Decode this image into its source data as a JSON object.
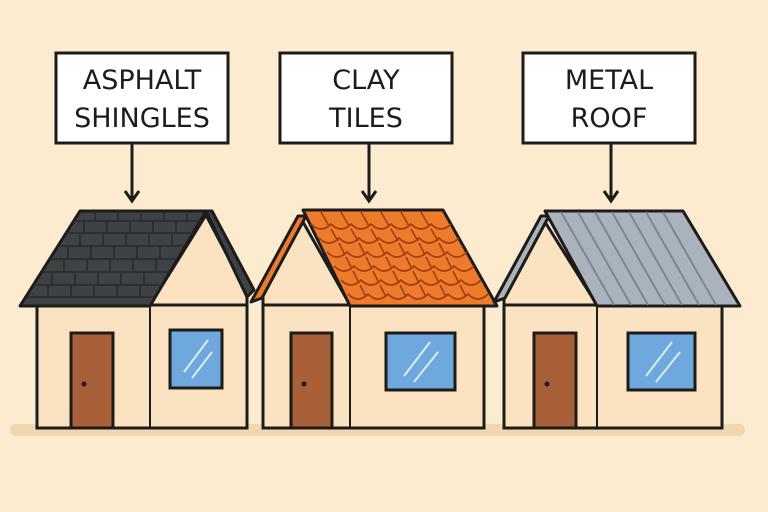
{
  "houses": [
    {
      "id": "asphalt",
      "label_lines": [
        "ASPHALT",
        "SHINGLES"
      ],
      "roof_type": "asphalt-shingles"
    },
    {
      "id": "clay",
      "label_lines": [
        "CLAY",
        "TILES"
      ],
      "roof_type": "clay-tiles"
    },
    {
      "id": "metal",
      "label_lines": [
        "METAL",
        "ROOF"
      ],
      "roof_type": "metal"
    }
  ],
  "colors": {
    "background": "#fdebd0",
    "ground": "#f2d7ae",
    "wall": "#fbe3c2",
    "outline": "#1c1c1c",
    "door": "#a95f37",
    "window_glass": "#6fa8dc",
    "asphalt": "#3e4245",
    "clay": "#ee7a2c",
    "metal": "#aab3bc",
    "label_box": "#ffffff"
  }
}
